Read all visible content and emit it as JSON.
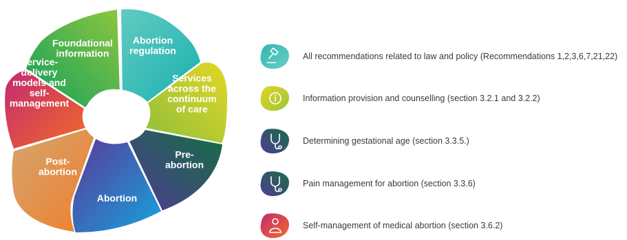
{
  "wheel": {
    "segments": [
      {
        "key": "foundational",
        "lines": [
          "Foundational",
          "information"
        ]
      },
      {
        "key": "regulation",
        "lines": [
          "Abortion",
          "regulation"
        ]
      },
      {
        "key": "continuum",
        "lines": [
          "Services",
          "across the",
          "continuum",
          "of care"
        ]
      },
      {
        "key": "pre",
        "lines": [
          "Pre-",
          "abortion"
        ]
      },
      {
        "key": "abortion",
        "lines": [
          "Abortion"
        ]
      },
      {
        "key": "post",
        "lines": [
          "Post-",
          "abortion"
        ]
      },
      {
        "key": "delivery",
        "lines": [
          "Service-",
          "delivery",
          "models and",
          "self-",
          "management"
        ]
      }
    ]
  },
  "legend": [
    {
      "icon": "gavel-icon",
      "label": "All recommendations related to law and policy (Recommendations 1,2,3,6,7,21,22)"
    },
    {
      "icon": "info-icon",
      "label": "Information provision and counselling (section 3.2.1 and 3.2.2)"
    },
    {
      "icon": "stethoscope-icon",
      "label": "Determining gestational age (section 3.3.5.)"
    },
    {
      "icon": "stethoscope-icon",
      "label": "Pain management for abortion (section 3.3.6)"
    },
    {
      "icon": "person-icon",
      "label": "Self-management of medical abortion (section 3.6.2)"
    }
  ],
  "colors": {
    "foundational": [
      "#12a05c",
      "#8cc63e"
    ],
    "regulation": [
      "#1fb7b0",
      "#6ccfc5"
    ],
    "continuum": [
      "#9cc43a",
      "#e5d922"
    ],
    "pre": [
      "#1f6b4a",
      "#4d3a8e"
    ],
    "abortion": [
      "#5b3a9a",
      "#1e9fd8"
    ],
    "post": [
      "#d99a63",
      "#f08a33"
    ],
    "delivery": [
      "#c8306a",
      "#f26b2a"
    ]
  }
}
